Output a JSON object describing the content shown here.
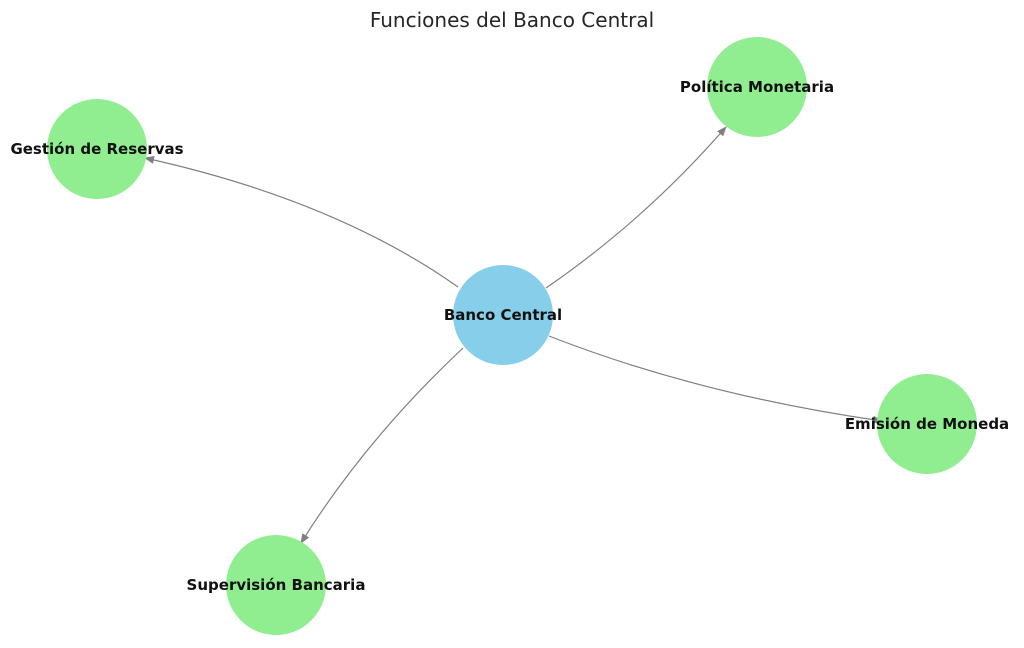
{
  "title": "Funciones del Banco Central",
  "colors": {
    "center_node": "#87ceeb",
    "function_node": "#90ee90",
    "edge": "#808080"
  },
  "nodes": [
    {
      "id": "center",
      "label": "Banco Central",
      "role": "center"
    },
    {
      "id": "politica",
      "label": "Política Monetaria",
      "role": "function"
    },
    {
      "id": "reservas",
      "label": "Gestión de Reservas",
      "role": "function"
    },
    {
      "id": "emision",
      "label": "Emisión de Moneda",
      "role": "function"
    },
    {
      "id": "supervision",
      "label": "Supervisión Bancaria",
      "role": "function"
    }
  ],
  "edges": [
    {
      "from": "center",
      "to": "politica"
    },
    {
      "from": "center",
      "to": "reservas"
    },
    {
      "from": "center",
      "to": "emision"
    },
    {
      "from": "center",
      "to": "supervision"
    }
  ]
}
